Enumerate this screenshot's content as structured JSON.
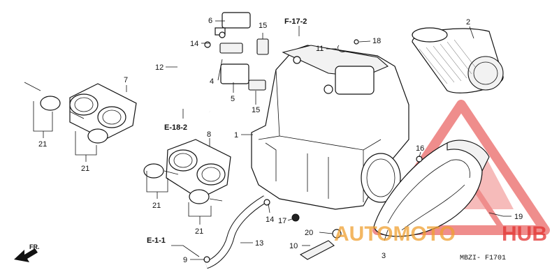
{
  "diagram": {
    "code": "MBZI- F1701",
    "front_label": "FR.",
    "part_labels": [
      "1",
      "2",
      "3",
      "4",
      "5",
      "6",
      "7",
      "8",
      "9",
      "10",
      "11",
      "12",
      "13",
      "14",
      "14",
      "15",
      "15",
      "16",
      "17",
      "18",
      "19",
      "20",
      "21",
      "21",
      "21",
      "21"
    ],
    "refs": [
      "F-17-2",
      "E-18-2",
      "E-1-1"
    ]
  },
  "watermark": {
    "part1": "AUTOMOTO",
    "part2": "HUB",
    "color_primary": "#e2312f",
    "color_secondary": "#f0a030"
  }
}
